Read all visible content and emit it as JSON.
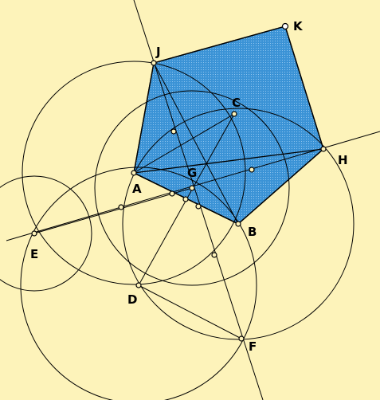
{
  "points": {
    "A": "A",
    "B": "B",
    "C": "C",
    "D": "D",
    "E": "E",
    "F": "F",
    "G": "G",
    "H": "H",
    "J": "J",
    "K": "K"
  },
  "colors": {
    "background": "#fdf3ba",
    "pentagon_fill": "#3b93d6",
    "stroke": "#000000"
  },
  "figure": {
    "shape": "regular pentagon construction",
    "filled_polygon": [
      "J",
      "K",
      "H",
      "B",
      "A"
    ]
  }
}
